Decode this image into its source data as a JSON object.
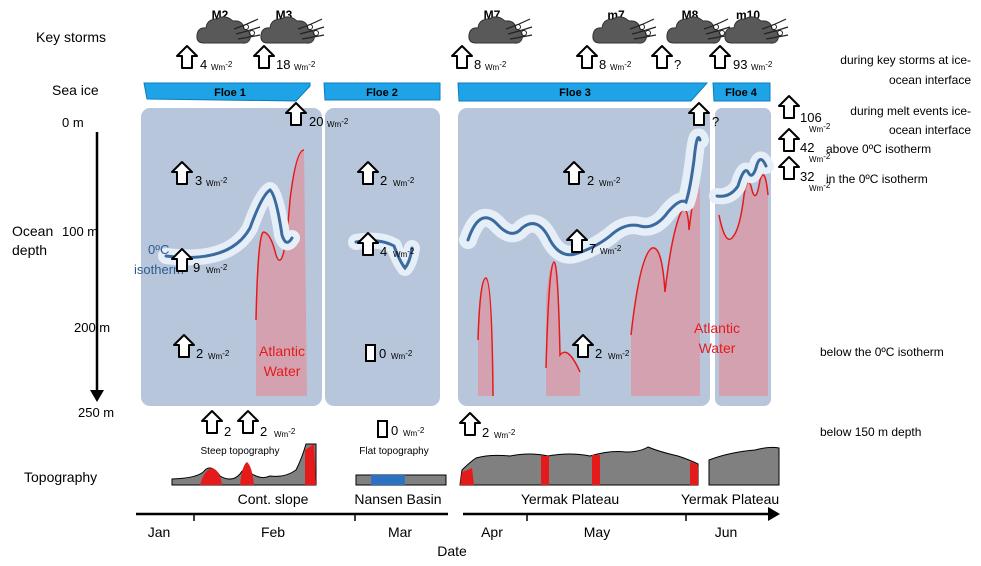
{
  "row_labels": {
    "key_storms": "Key storms",
    "sea_ice": "Sea ice",
    "ocean_depth_line1": "Ocean",
    "ocean_depth_line2": "depth",
    "topography": "Topography"
  },
  "depth_ticks": [
    "0 m",
    "100 m",
    "200 m",
    "250 m"
  ],
  "storms": [
    "M2",
    "M3",
    "M7",
    "m7",
    "M8",
    "m10"
  ],
  "floes": [
    "Floe 1",
    "Floe 2",
    "Floe 3",
    "Floe 4"
  ],
  "flux_unit": "Wm",
  "flux_unit_exp": "-2",
  "fluxes": {
    "storm_m2": "4",
    "storm_m3": "18",
    "storm_m7": "8",
    "storm_m7b": "8",
    "storm_m8": "?",
    "storm_m10": "93",
    "melt_f1": "20",
    "melt_f3": "?",
    "melt_f4": "106",
    "above_f1": "3",
    "above_f2": "2",
    "above_f3": "2",
    "above_f4": "42",
    "iso_f1": "9",
    "iso_f2": "4",
    "iso_f3": "7",
    "iso_f4": "32",
    "below_f1": "2",
    "below_f2": "0",
    "below_f3": "2",
    "deep_f1a": "2",
    "deep_f1b": "2",
    "deep_f2": "0",
    "deep_f3": "2"
  },
  "right_labels": {
    "storms_line1": "during key storms at ice-",
    "storms_line2": "ocean interface",
    "melt_line1": "during melt events ice-",
    "melt_line2": "ocean interface",
    "above": "above 0ºC isotherm",
    "in": "in the 0ºC isotherm",
    "below": "below the 0ºC isotherm",
    "deep": "below 150 m depth"
  },
  "isotherm_label_line1": "0ºC",
  "isotherm_label_line2": "isotherm",
  "atlantic_water_line1": "Atlantic",
  "atlantic_water_line2": "Water",
  "topo_notes": {
    "steep": "Steep topography",
    "flat": "Flat topography"
  },
  "regions": [
    "Cont. slope",
    "Nansen Basin",
    "Yermak Plateau",
    "Yermak Plateau"
  ],
  "months": [
    "Jan",
    "Feb",
    "Mar",
    "Apr",
    "May",
    "Jun"
  ],
  "xlabel": "Date",
  "colors": {
    "ice": "#1da3e6",
    "panel": "#b8c6db",
    "isotherm": "#3b6a9e",
    "isotherm_halo": "#e6eef8",
    "atlantic_fill": "#d79aa8",
    "atlantic_line": "#e51b1b",
    "topo": "#808080",
    "basin": "#2b73c2"
  }
}
